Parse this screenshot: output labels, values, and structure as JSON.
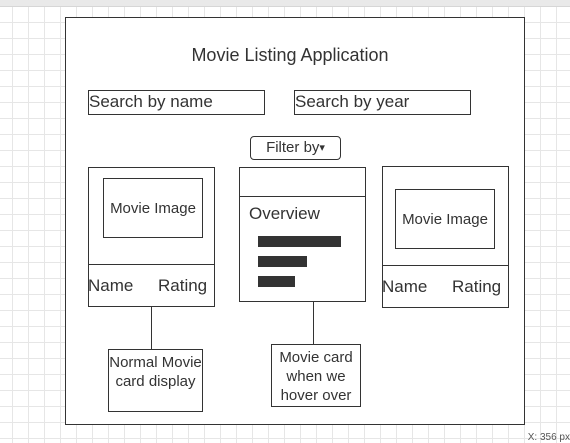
{
  "diagram": {
    "title": "Movie Listing Application",
    "search_name_text": "Search by name",
    "search_year_text": "Search by year",
    "filter_label": "Filter by",
    "filter_caret": "▾",
    "card_left": {
      "image_label": "Movie Image",
      "name": "Name",
      "rating": "Rating"
    },
    "card_hover": {
      "overview": "Overview"
    },
    "card_right": {
      "image_label": "Movie Image",
      "name": "Name",
      "rating": "Rating"
    },
    "note_normal": "Normal Movie card display",
    "note_hover": "Movie card when we hover over"
  },
  "status": {
    "coordinate_readout": "X: 356 px"
  }
}
